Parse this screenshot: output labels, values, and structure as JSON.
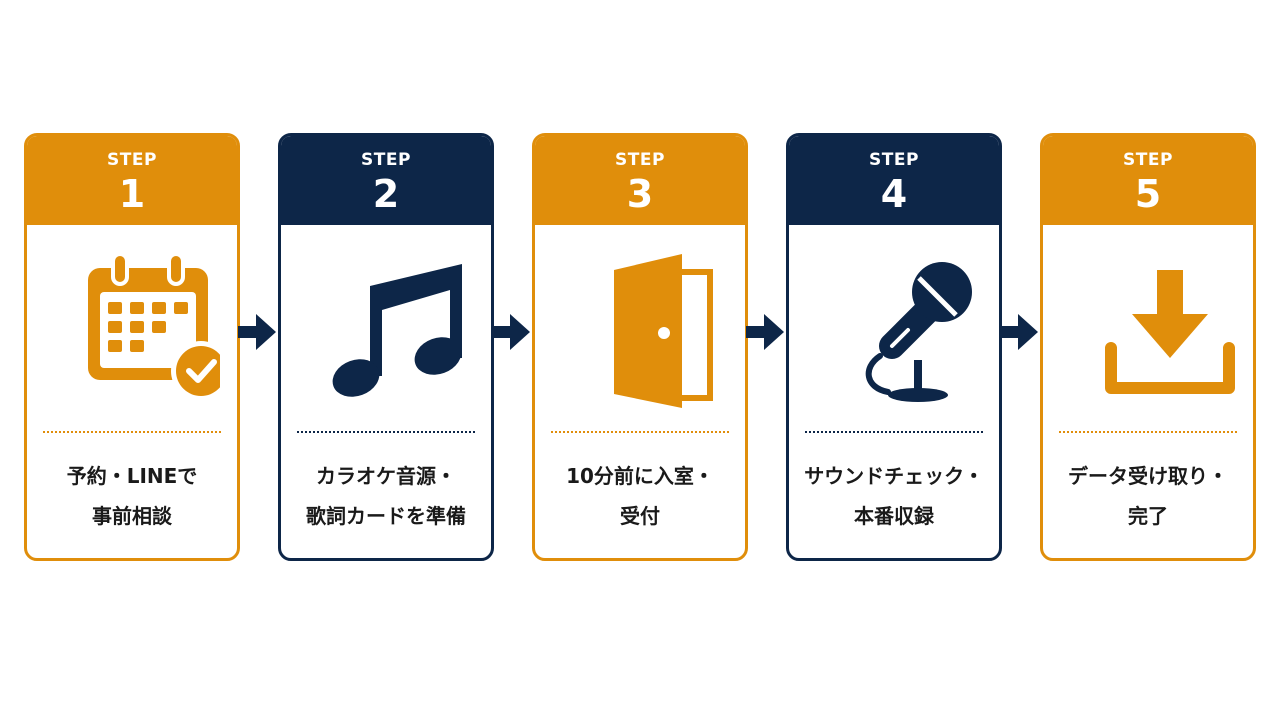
{
  "colors": {
    "orange": "#e08e0b",
    "navy": "#0d2648",
    "text": "#1a1a1a"
  },
  "steps": [
    {
      "step_word": "STEP",
      "number": "1",
      "theme": "orange",
      "icon": "calendar-check-icon",
      "label_line1": "予約・LINEで",
      "label_line2": "事前相談"
    },
    {
      "step_word": "STEP",
      "number": "2",
      "theme": "navy",
      "icon": "music-note-icon",
      "label_line1": "カラオケ音源・",
      "label_line2": "歌詞カードを準備"
    },
    {
      "step_word": "STEP",
      "number": "3",
      "theme": "orange",
      "icon": "door-icon",
      "label_line1": "10分前に入室・",
      "label_line2": "受付"
    },
    {
      "step_word": "STEP",
      "number": "4",
      "theme": "navy",
      "icon": "microphone-icon",
      "label_line1": "サウンドチェック・",
      "label_line2": "本番収録"
    },
    {
      "step_word": "STEP",
      "number": "5",
      "theme": "orange",
      "icon": "download-icon",
      "label_line1": "データ受け取り・",
      "label_line2": "完了"
    }
  ],
  "connector_icon": "arrow-right-icon"
}
